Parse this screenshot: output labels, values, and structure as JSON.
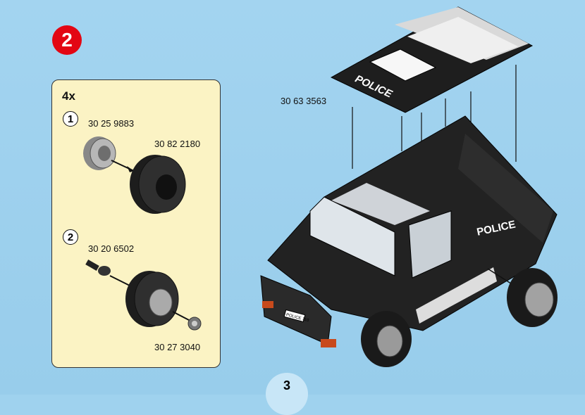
{
  "step": {
    "number": "2"
  },
  "subassembly": {
    "quantity": "4x",
    "step1": {
      "label": "1",
      "part_hub": "30 25 9883",
      "part_tire": "30 82 2180"
    },
    "step2": {
      "label": "2",
      "part_axle": "30 20 6502",
      "part_cap": "30 27 3040"
    }
  },
  "main": {
    "roof_part": "30 63 3563",
    "roof_text": "POLICE",
    "side_text": "POLICE",
    "plate": "POLICE 110"
  },
  "footer": {
    "page_number": "3"
  }
}
